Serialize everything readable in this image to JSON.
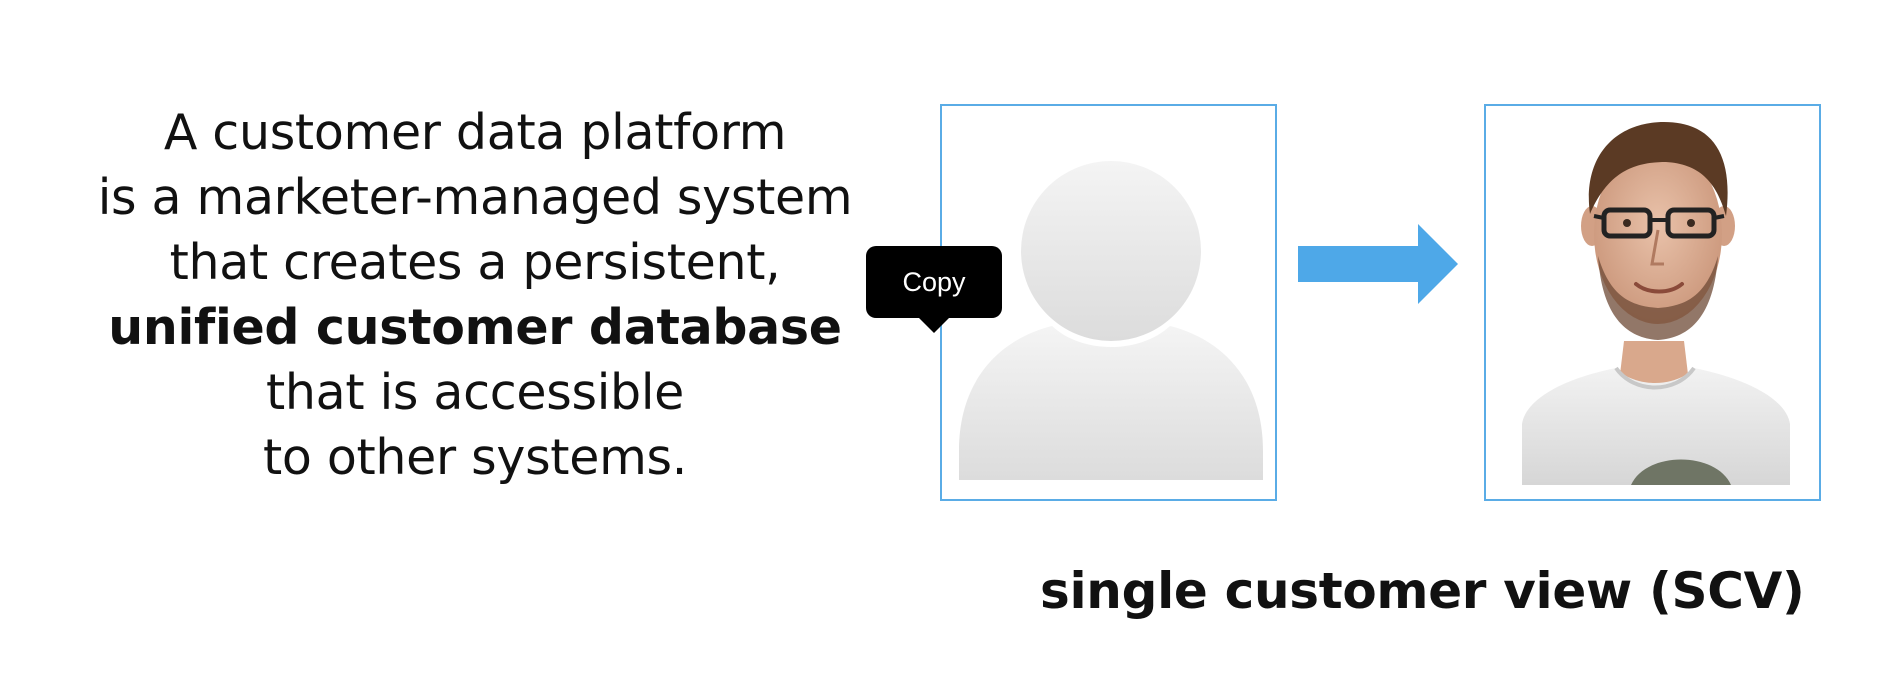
{
  "definition": {
    "line1": "A customer data platform",
    "line2": "is a marketer-managed system",
    "line3": "that creates a persistent,",
    "line4": "unified customer database",
    "line5": "that is accessible",
    "line6": "to other systems."
  },
  "tooltip": {
    "label": "Copy"
  },
  "caption": "single customer view (SCV)",
  "icons": {
    "generic_profile": "person-silhouette-icon",
    "arrow": "arrow-right-icon",
    "photo": "customer-photo"
  },
  "colors": {
    "frame_border": "#5aace6",
    "arrow": "#4ea8e8",
    "tooltip_bg": "#000000",
    "silhouette": "#e0e0e0"
  }
}
